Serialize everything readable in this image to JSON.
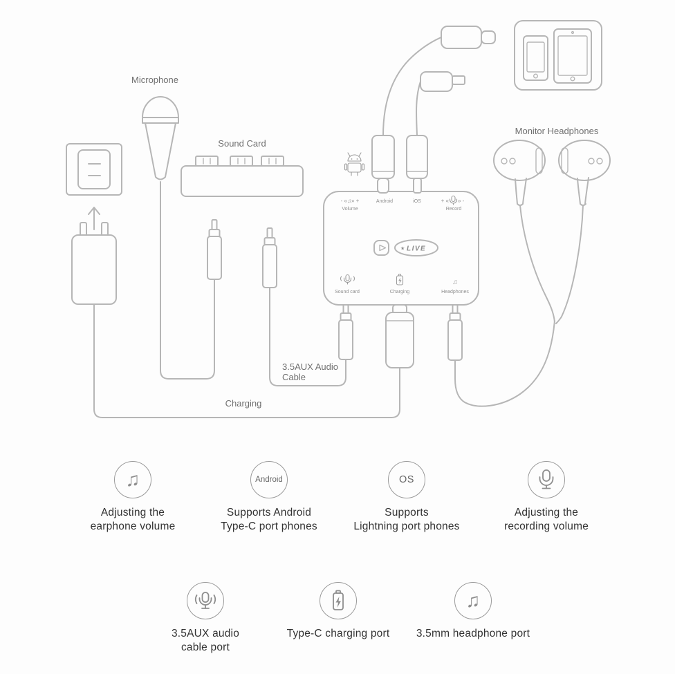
{
  "colors": {
    "background": "#fdfdfd",
    "line": "#b6b6b6",
    "label_text": "#6f6f6f",
    "caption_text": "#333333"
  },
  "diagram": {
    "labels": {
      "microphone": "Microphone",
      "sound_card": "Sound Card",
      "monitor_headphones": "Monitor Headphones",
      "aux_line1": "3.5AUX Audio",
      "aux_line2": "Cable",
      "charging": "Charging"
    },
    "device": {
      "volume_scale": "- «♫» +",
      "volume_label": "Volume",
      "android_label": "Android",
      "ios_label": "iOS",
      "record_scale_left": "+ «",
      "record_scale_right": "» -",
      "record_label": "Record",
      "live_star": "★",
      "live_label": "LIVE",
      "sound_card_port_label": "Sound card",
      "charging_port_label": "Charging",
      "headphones_port_label": "Headphones",
      "headphones_icon": "♫"
    }
  },
  "legend": {
    "row1": [
      {
        "icon": "music-notes-icon",
        "glyph": "♫",
        "caption": [
          "Adjusting the",
          "earphone volume"
        ]
      },
      {
        "icon": "android-badge-icon",
        "badge": "Android",
        "caption": [
          "Supports Android",
          "Type-C port phones"
        ]
      },
      {
        "icon": "os-badge-icon",
        "badge": "OS",
        "caption": [
          "Supports",
          "Lightning port phones"
        ]
      },
      {
        "icon": "microphone-icon",
        "caption": [
          "Adjusting the",
          "recording volume"
        ]
      }
    ],
    "row2": [
      {
        "icon": "aux-mic-icon",
        "caption": [
          "3.5AUX audio",
          "cable port"
        ]
      },
      {
        "icon": "type-c-battery-icon",
        "caption": [
          "Type-C charging port"
        ]
      },
      {
        "icon": "music-notes-icon",
        "glyph": "♫",
        "caption": [
          "3.5mm headphone port"
        ]
      }
    ]
  }
}
